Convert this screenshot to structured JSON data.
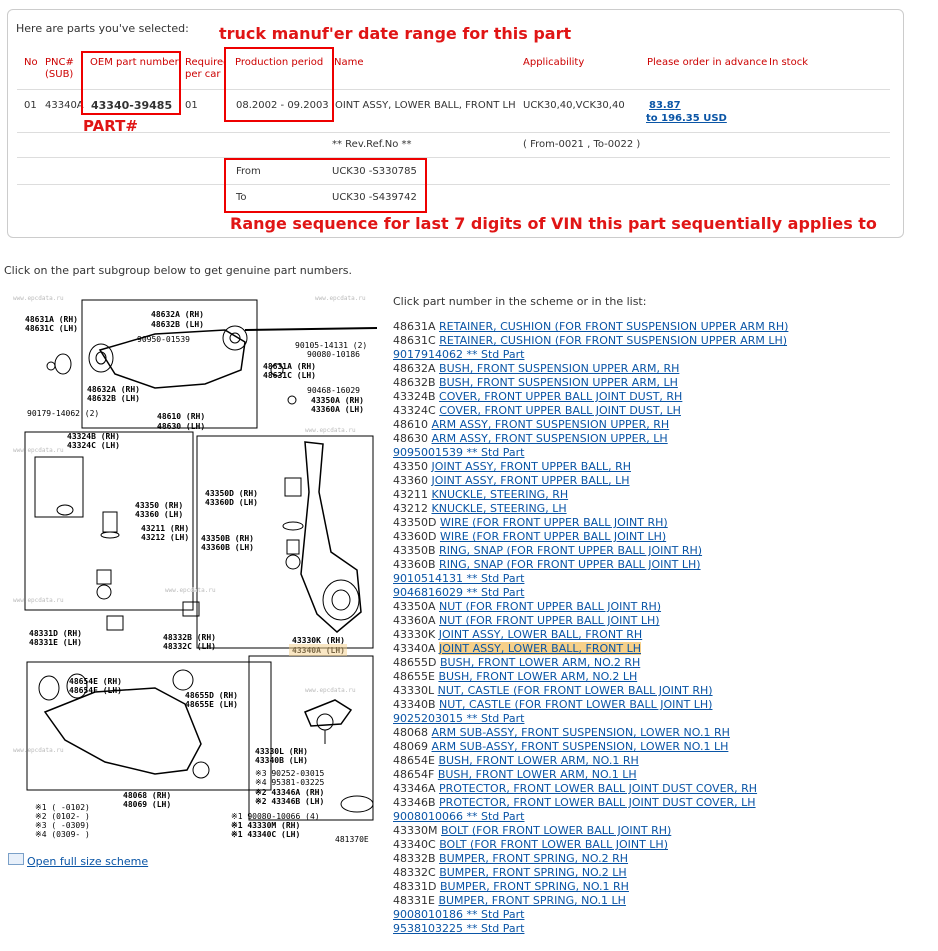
{
  "selected": {
    "title": "Here are parts you've selected:",
    "headers": {
      "no": "No",
      "pnc": "PNC#",
      "pnc_sub": "(SUB)",
      "oem": "OEM part number",
      "required1": "Required",
      "required2": "per car",
      "production": "Production period",
      "name": "Name",
      "applicability": "Applicability",
      "advance": "Please order in advance",
      "stock": "In stock"
    },
    "row": {
      "no": "01",
      "pnc": "43340A",
      "oem": "43340-39485",
      "required": "01",
      "production": "08.2002 - 09.2003",
      "name": "JOINT ASSY, LOWER BALL, FRONT LH",
      "applicability": "UCK30,40,VCK30,40",
      "price1": "83.87",
      "price2": "to 196.35 USD"
    },
    "revref_label": "** Rev.Ref.No **",
    "revref_value": "( From-0021 , To-0022 )",
    "from_label": "From",
    "from_value": "UCK30 -S330785",
    "to_label": "To",
    "to_value": "UCK30 -S439742"
  },
  "annotations": {
    "date_range": "truck manuf'er date range for this part",
    "part": "PART#",
    "vin_range": "Range sequence for last 7 digits of VIN this part sequentially applies to"
  },
  "instruction": "Click on the part subgroup below to get genuine part numbers.",
  "open_scheme": "Open full size scheme",
  "list_heading": "Click part number in the scheme or in the list:",
  "scheme_labels": {
    "l1": "48631A (RH)",
    "l2": "48631C (LH)",
    "l3": "48632A (RH)",
    "l4": "48632B (LH)",
    "l5": "90950-01539",
    "l6": "90105-14131 (2)",
    "l7": "90080-10186",
    "l8": "48631A (RH)",
    "l9": "48631C (LH)",
    "l10": "48632A (RH)",
    "l11": "48632B (LH)",
    "l12": "90468-16029",
    "l13": "43350A (RH)",
    "l14": "43360A (LH)",
    "l15": "90179-14062 (2)",
    "l16": "48610 (RH)",
    "l17": "48630 (LH)",
    "l18": "43324B (RH)",
    "l19": "43324C (LH)",
    "l20": "43350 (RH)",
    "l21": "43360 (LH)",
    "l22": "43211 (RH)",
    "l23": "43212 (LH)",
    "l24": "43350D (RH)",
    "l25": "43360D (LH)",
    "l26": "43350B (RH)",
    "l27": "43360B (LH)",
    "l28": "48331D (RH)",
    "l29": "48331E (LH)",
    "l30": "48332B (RH)",
    "l31": "48332C (LH)",
    "l32": "43330K (RH)",
    "l33": "43340A (LH)",
    "l34": "48654E (RH)",
    "l35": "48654F (LH)",
    "l36": "48655D (RH)",
    "l37": "48655E (LH)",
    "l38": "43330L (RH)",
    "l39": "43340B (LH)",
    "l40": "※3 90252-03015",
    "l41": "※4 95381-03225",
    "l42": "48068 (RH)",
    "l43": "48069 (LH)",
    "l44": "※2 43346A (RH)",
    "l45": "※2 43346B (LH)",
    "l46": "※1 90080-10066 (4)",
    "l47": "※1 43330M (RH)",
    "l48": "※1 43340C (LH)",
    "l49": "※1 (     -0102)",
    "l50": "※2 (0102-     )",
    "l51": "※3 (     -0309)",
    "l52": "※4 (0309-     )",
    "code": "481370E",
    "watermark": "www.epcdata.ru"
  },
  "parts": [
    {
      "code": "48631A",
      "name": "RETAINER, CUSHION (FOR FRONT SUSPENSION UPPER ARM RH)"
    },
    {
      "code": "48631C",
      "name": "RETAINER, CUSHION (FOR FRONT SUSPENSION UPPER ARM LH)"
    },
    {
      "code": "",
      "name": "9017914062 ** Std Part"
    },
    {
      "code": "48632A",
      "name": "BUSH, FRONT SUSPENSION UPPER ARM, RH"
    },
    {
      "code": "48632B",
      "name": "BUSH, FRONT SUSPENSION UPPER ARM, LH"
    },
    {
      "code": "43324B",
      "name": "COVER, FRONT UPPER BALL JOINT DUST, RH"
    },
    {
      "code": "43324C",
      "name": "COVER, FRONT UPPER BALL JOINT DUST, LH"
    },
    {
      "code": "48610",
      "name": "ARM ASSY, FRONT SUSPENSION UPPER, RH"
    },
    {
      "code": "48630",
      "name": "ARM ASSY, FRONT SUSPENSION UPPER, LH"
    },
    {
      "code": "",
      "name": "9095001539 ** Std Part"
    },
    {
      "code": "43350",
      "name": "JOINT ASSY, FRONT UPPER BALL, RH"
    },
    {
      "code": "43360",
      "name": "JOINT ASSY, FRONT UPPER BALL, LH"
    },
    {
      "code": "43211",
      "name": "KNUCKLE, STEERING, RH"
    },
    {
      "code": "43212",
      "name": "KNUCKLE, STEERING, LH"
    },
    {
      "code": "43350D",
      "name": "WIRE (FOR FRONT UPPER BALL JOINT RH)"
    },
    {
      "code": "43360D",
      "name": "WIRE (FOR FRONT UPPER BALL JOINT LH)"
    },
    {
      "code": "43350B",
      "name": "RING, SNAP (FOR FRONT UPPER BALL JOINT RH)"
    },
    {
      "code": "43360B",
      "name": "RING, SNAP (FOR FRONT UPPER BALL JOINT LH)"
    },
    {
      "code": "",
      "name": "9010514131 ** Std Part"
    },
    {
      "code": "",
      "name": "9046816029 ** Std Part"
    },
    {
      "code": "43350A",
      "name": "NUT (FOR FRONT UPPER BALL JOINT RH)"
    },
    {
      "code": "43360A",
      "name": "NUT (FOR FRONT UPPER BALL JOINT LH)"
    },
    {
      "code": "43330K",
      "name": "JOINT ASSY, LOWER BALL, FRONT RH"
    },
    {
      "code": "43340A",
      "name": "JOINT ASSY, LOWER BALL, FRONT LH",
      "highlight": true
    },
    {
      "code": "48655D",
      "name": "BUSH, FRONT LOWER ARM, NO.2 RH"
    },
    {
      "code": "48655E",
      "name": "BUSH, FRONT LOWER ARM, NO.2 LH"
    },
    {
      "code": "43330L",
      "name": "NUT, CASTLE (FOR FRONT LOWER BALL JOINT RH)"
    },
    {
      "code": "43340B",
      "name": "NUT, CASTLE (FOR FRONT LOWER BALL JOINT LH)"
    },
    {
      "code": "",
      "name": "9025203015 ** Std Part"
    },
    {
      "code": "48068",
      "name": "ARM SUB-ASSY, FRONT SUSPENSION, LOWER NO.1 RH"
    },
    {
      "code": "48069",
      "name": "ARM SUB-ASSY, FRONT SUSPENSION, LOWER NO.1 LH"
    },
    {
      "code": "48654E",
      "name": "BUSH, FRONT LOWER ARM, NO.1 RH"
    },
    {
      "code": "48654F",
      "name": "BUSH, FRONT LOWER ARM, NO.1 LH"
    },
    {
      "code": "43346A",
      "name": "PROTECTOR, FRONT LOWER BALL JOINT DUST COVER, RH"
    },
    {
      "code": "43346B",
      "name": "PROTECTOR, FRONT LOWER BALL JOINT DUST COVER, LH"
    },
    {
      "code": "",
      "name": "9008010066 ** Std Part"
    },
    {
      "code": "43330M",
      "name": "BOLT (FOR FRONT LOWER BALL JOINT RH)"
    },
    {
      "code": "43340C",
      "name": "BOLT (FOR FRONT LOWER BALL JOINT LH)"
    },
    {
      "code": "48332B",
      "name": "BUMPER, FRONT SPRING, NO.2 RH"
    },
    {
      "code": "48332C",
      "name": "BUMPER, FRONT SPRING, NO.2 LH"
    },
    {
      "code": "48331D",
      "name": "BUMPER, FRONT SPRING, NO.1 RH"
    },
    {
      "code": "48331E",
      "name": "BUMPER, FRONT SPRING, NO.1 LH"
    },
    {
      "code": "",
      "name": "9008010186 ** Std Part"
    },
    {
      "code": "",
      "name": "9538103225 ** Std Part"
    }
  ]
}
